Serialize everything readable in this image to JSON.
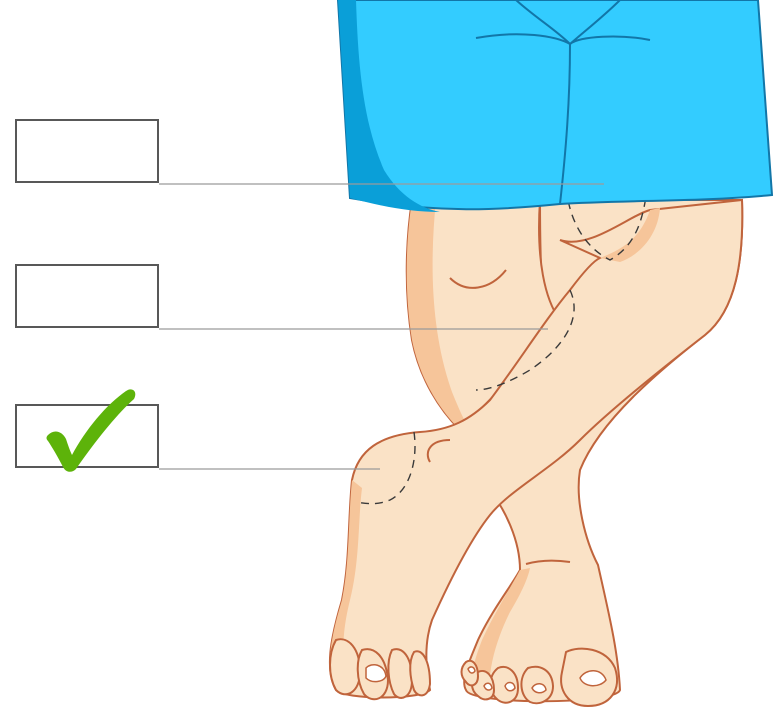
{
  "labels": [
    {
      "id": "label-1",
      "answer": "",
      "checked": false
    },
    {
      "id": "label-2",
      "answer": "",
      "checked": false
    },
    {
      "id": "label-3",
      "answer": "",
      "checked": true
    }
  ],
  "colors": {
    "shorts": "#33CCFF",
    "shorts_shadow": "#0A9FD8",
    "shorts_outline": "#1276A8",
    "skin": "#FAE2C6",
    "skin_shadow": "#F6C59A",
    "skin_outline": "#C0643C",
    "leader_line": "#9A9A9A",
    "box_border": "#585858",
    "checkmark": "#5DB30A"
  },
  "icons": {
    "checkmark": "checkmark-icon"
  }
}
